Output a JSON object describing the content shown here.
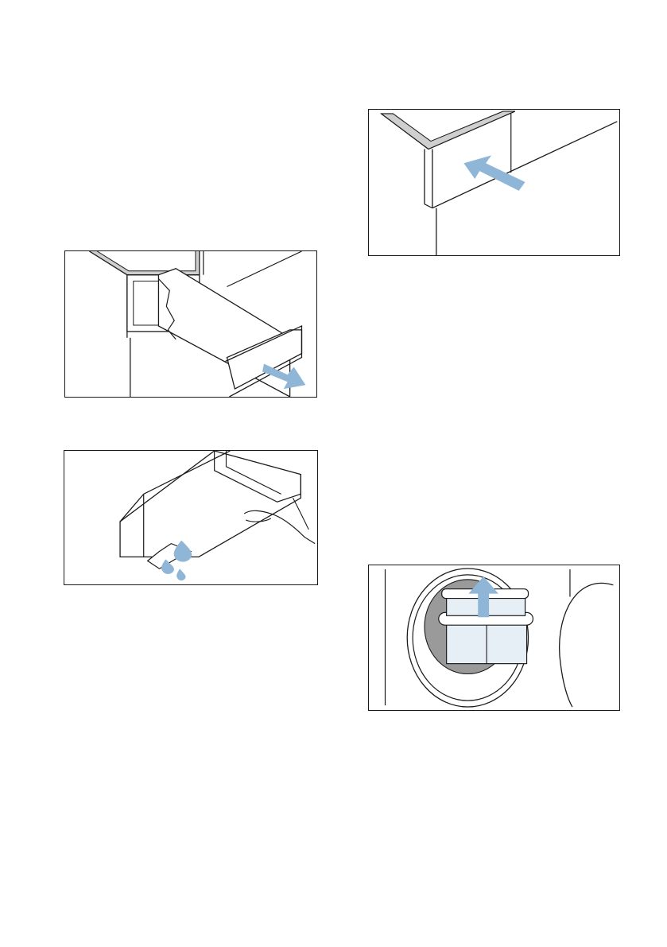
{
  "figures": [
    {
      "id": "pull-out-container",
      "arrow": "out"
    },
    {
      "id": "empty-condensate",
      "drops": 3
    },
    {
      "id": "push-in-container",
      "arrow": "in"
    },
    {
      "id": "remove-fluff-filter",
      "arrow": "up"
    }
  ],
  "colors": {
    "line": "#1a1a1a",
    "arrow": "#8fb6d6",
    "water": "#8fb6d6",
    "frame_grey": "#cfcfcf",
    "filter_fill": "#e6eef6",
    "shadow_grey": "#9a9a9a"
  }
}
